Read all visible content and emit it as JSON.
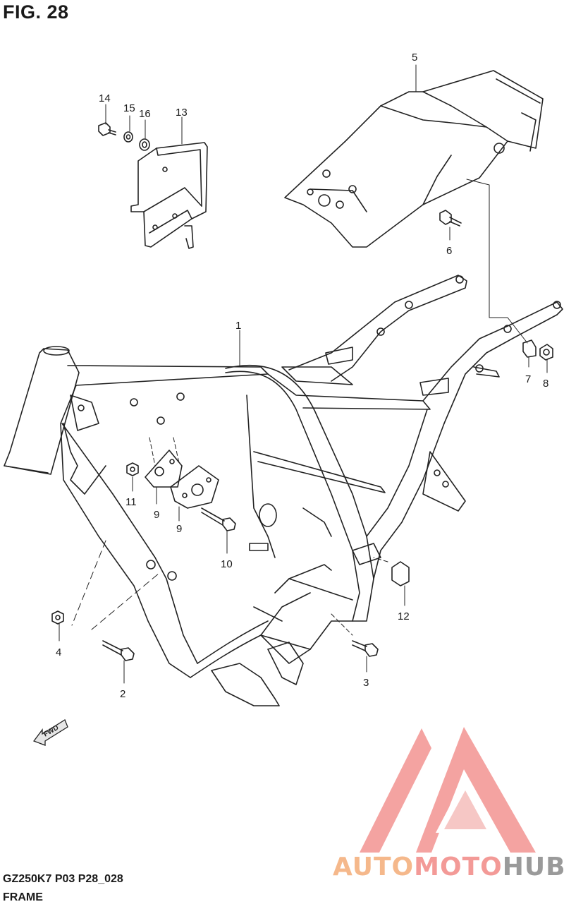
{
  "figure": {
    "title": "FIG. 28"
  },
  "footer": {
    "code": "GZ250K7 P03 P28_028",
    "name": "FRAME"
  },
  "fwd_label": "FWD",
  "watermark": {
    "part1": "AUTO",
    "part2": "MOTO",
    "part3": "HUB",
    "colors": {
      "triangle": "#f39a97",
      "auto": "#f5b88b",
      "hub": "#9a9a9a"
    }
  },
  "parts": [
    {
      "id": "1"
    },
    {
      "id": "2"
    },
    {
      "id": "3"
    },
    {
      "id": "4"
    },
    {
      "id": "5"
    },
    {
      "id": "6"
    },
    {
      "id": "7"
    },
    {
      "id": "8"
    },
    {
      "id": "9"
    },
    {
      "id": "10"
    },
    {
      "id": "11"
    },
    {
      "id": "12"
    },
    {
      "id": "13"
    },
    {
      "id": "14"
    },
    {
      "id": "15"
    },
    {
      "id": "16"
    },
    {
      "id": "9"
    }
  ]
}
